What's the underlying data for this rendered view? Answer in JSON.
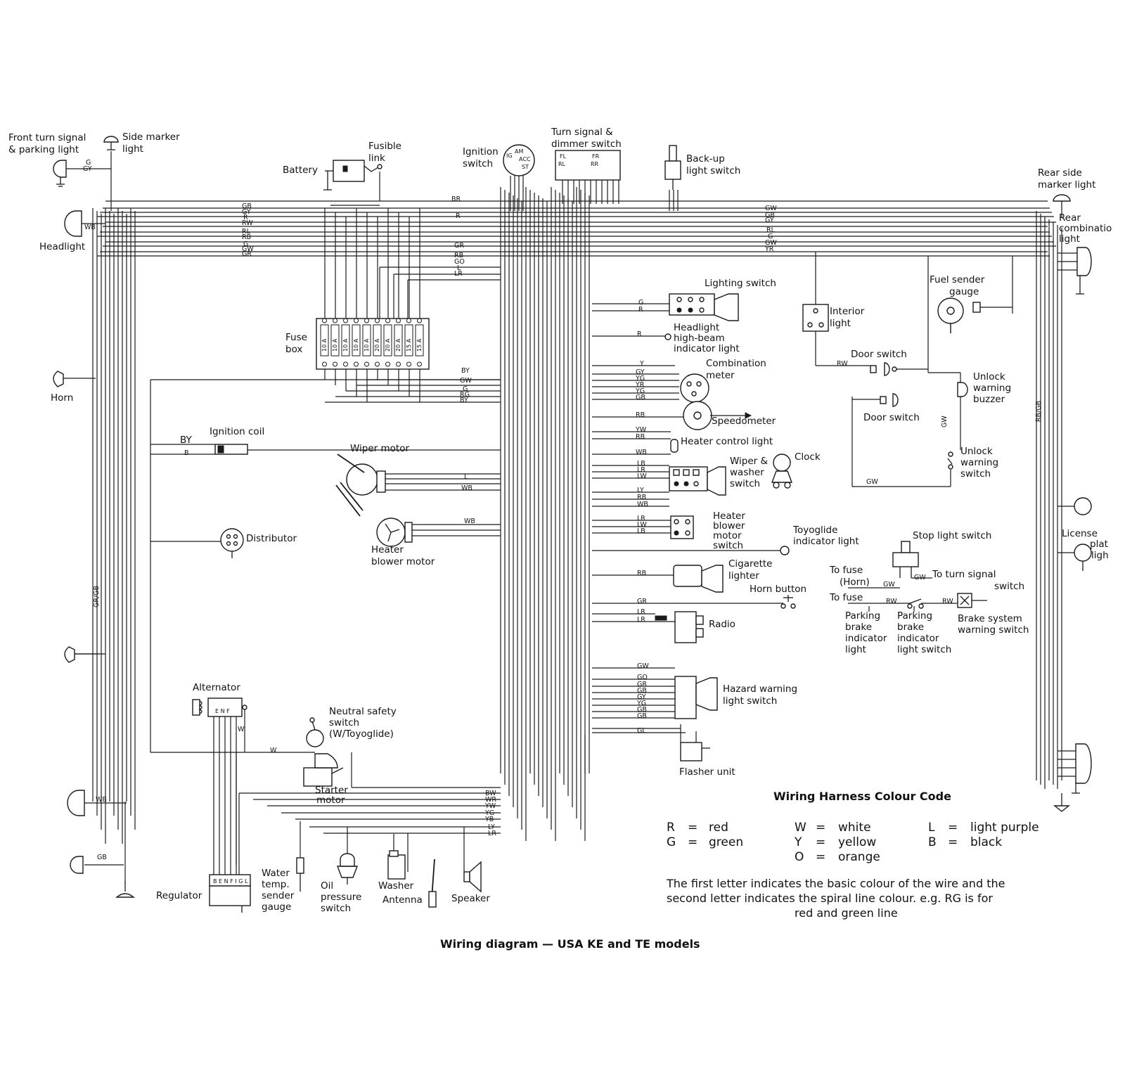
{
  "caption": "Wiring diagram — USA KE and TE models",
  "components": {
    "front_turn_signal": [
      "Front turn signal",
      "& parking light"
    ],
    "side_marker": [
      "Side marker",
      "light"
    ],
    "headlight": "Headlight",
    "horn": "Horn",
    "battery": "Battery",
    "fusible_link": [
      "Fusible",
      "link"
    ],
    "ignition_switch": [
      "Ignition",
      "switch"
    ],
    "turn_signal_switch": [
      "Turn signal &",
      "dimmer switch"
    ],
    "backup_switch": [
      "Back-up",
      "light switch"
    ],
    "rear_side_marker": [
      "Rear side",
      "marker light"
    ],
    "rear_combination": [
      "Rear",
      "combinatio",
      "light"
    ],
    "fuse_box": [
      "Fuse",
      "box"
    ],
    "lighting_switch": "Lighting switch",
    "highbeam_indicator": [
      "Headlight",
      "high-beam",
      "indicator light"
    ],
    "interior_light": [
      "Interior",
      "light"
    ],
    "fuel_sender": [
      "Fuel sender",
      "gauge"
    ],
    "door_switch_1": "Door switch",
    "door_switch_2": "Door switch",
    "unlock_buzzer": [
      "Unlock",
      "warning",
      "buzzer"
    ],
    "unlock_switch": [
      "Unlock",
      "warning",
      "switch"
    ],
    "combination_meter": [
      "Combination",
      "meter"
    ],
    "speedometer": "Speedometer",
    "ignition_coil": "Ignition coil",
    "wiper_motor": "Wiper motor",
    "heater_control_light": "Heater control light",
    "wiper_washer_switch": [
      "Wiper &",
      "washer",
      "switch"
    ],
    "clock": "Clock",
    "heater_blower_motor": [
      "Heater",
      "blower motor"
    ],
    "heater_blower_switch": [
      "Heater",
      "blower",
      "motor",
      "switch"
    ],
    "toyoglide_indicator": [
      "Toyoglide",
      "indicator light"
    ],
    "distributor": "Distributor",
    "stop_light_switch": "Stop light switch",
    "license_plate": [
      "License",
      "plat",
      "ligh"
    ],
    "cigarette_lighter": [
      "Cigarette",
      "lighter"
    ],
    "horn_button": "Horn button",
    "to_fuse_horn": [
      "To fuse",
      "(Horn)"
    ],
    "to_fuse": "To fuse",
    "to_turn_signal": [
      "To turn signal",
      "switch"
    ],
    "radio": "Radio",
    "parking_brake_light": [
      "Parking",
      "brake",
      "indicator",
      "light"
    ],
    "parking_brake_switch": [
      "Parking",
      "brake",
      "indicator",
      "light switch"
    ],
    "brake_warning_switch": [
      "Brake system",
      "warning switch"
    ],
    "alternator": "Alternator",
    "neutral_safety": [
      "Neutral safety",
      "switch",
      "(W/Toyoglide)"
    ],
    "hazard_switch": [
      "Hazard warning",
      "light switch"
    ],
    "flasher_unit": "Flasher unit",
    "starter_motor": [
      "Starter",
      "motor"
    ],
    "regulator": "Regulator",
    "water_temp": [
      "Water",
      "temp.",
      "sender",
      "gauge"
    ],
    "oil_pressure": [
      "Oil",
      "pressure",
      "switch"
    ],
    "washer": "Washer",
    "antenna": "Antenna",
    "speaker": "Speaker"
  },
  "wire_codes": {
    "top_left": [
      "GB",
      "GY",
      "R",
      "RW",
      "RL",
      "RB",
      "G",
      "GW",
      "GR"
    ],
    "br": "BR",
    "r": "R",
    "gr": "GR",
    "mid": [
      "RB",
      "GO",
      "L",
      "LR"
    ],
    "top_right": [
      "GW",
      "GB",
      "GY",
      "RL",
      "G",
      "GW",
      "YR"
    ],
    "headlight_wb": "WB",
    "front_g": "G",
    "front_gy": "GY",
    "fuse_out": [
      "BY",
      "GW",
      "G",
      "RG",
      "BY"
    ],
    "ign_coil": [
      "BY",
      "B"
    ],
    "meter": [
      "Y",
      "GY",
      "YG",
      "YR",
      "YG",
      "GB",
      "RB",
      "YW",
      "RB",
      "WB"
    ],
    "lighting": [
      "G",
      "R"
    ],
    "highbeam_r": "R",
    "wiper": [
      "LB",
      "LR",
      "LW",
      "L",
      "WB",
      "LY",
      "RB",
      "WB"
    ],
    "blower": [
      "WB",
      "LR",
      "LW",
      "LB"
    ],
    "cig_rb": "RB",
    "horn_gr": "GR",
    "radio": [
      "LR",
      "LR"
    ],
    "hazard": [
      "GW",
      "GO",
      "GR",
      "GB",
      "GY",
      "YG",
      "GB",
      "GB",
      "GL"
    ],
    "door_rw": "RW",
    "unlock_gw": [
      "GW",
      "GW"
    ],
    "stop": [
      "GW",
      "GW",
      "RW",
      "RW"
    ],
    "bottom": [
      "BW",
      "WR",
      "YW",
      "YG",
      "YB",
      "LY",
      "LR"
    ],
    "starter_w": "W",
    "alt_w": "W",
    "left_vertical": "GR/GB",
    "right_vertical": "RB/GB",
    "wb_bottom": "WB",
    "gb_bottom": "GB"
  },
  "fuse_box": {
    "ratings": [
      "10 A",
      "10 A",
      "10 A",
      "10 A",
      "10 A",
      "20 A",
      "20 A",
      "20 A",
      "15 A",
      "15 A"
    ]
  },
  "regulator_terminals": "B E N F I G L",
  "alternator_terminals": "E N F",
  "legend": {
    "title": "Wiring Harness Colour Code",
    "col1": [
      {
        "code": "R",
        "name": "red"
      },
      {
        "code": "G",
        "name": "green"
      }
    ],
    "col2": [
      {
        "code": "W",
        "name": "white"
      },
      {
        "code": "Y",
        "name": "yellow"
      },
      {
        "code": "O",
        "name": "orange"
      }
    ],
    "col3": [
      {
        "code": "L",
        "name": "light purple"
      },
      {
        "code": "B",
        "name": "black"
      }
    ],
    "eq": "=",
    "note": [
      "The first letter indicates the basic colour of the wire and the",
      "second letter indicates the spiral line colour. e.g. RG is for",
      "red and green line"
    ]
  }
}
